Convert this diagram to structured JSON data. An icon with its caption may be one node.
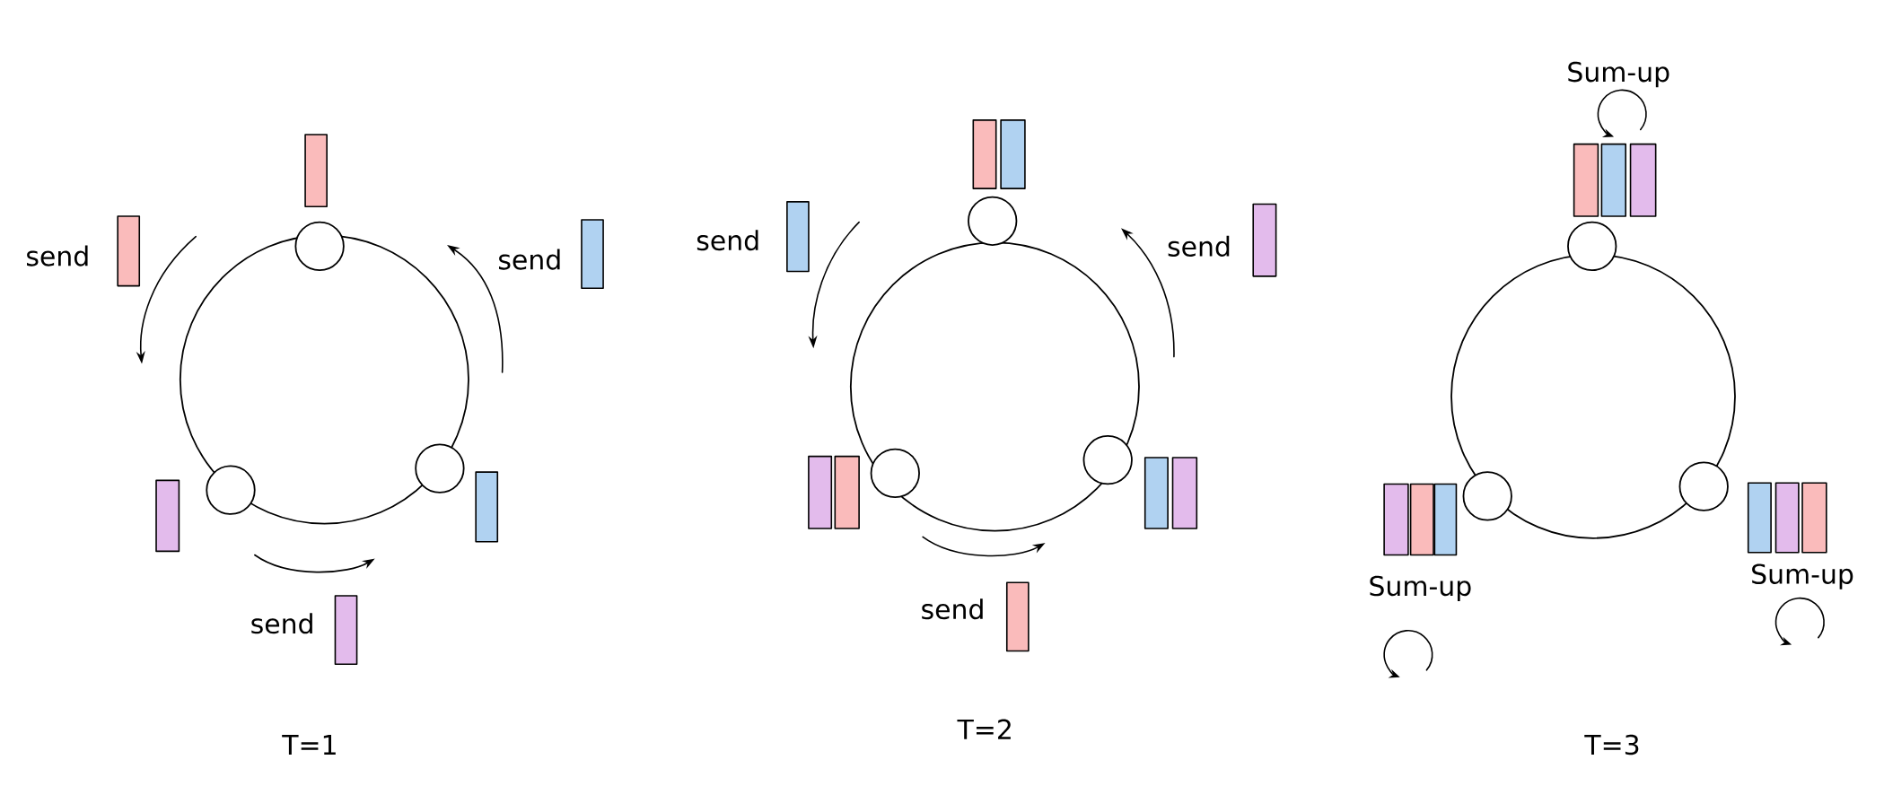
{
  "diagram": {
    "nodes": [
      {
        "text": [],
        "shape": "circle"
      },
      {
        "text": [],
        "shape": "circle"
      },
      {
        "text": [],
        "shape": "circle"
      },
      {
        "text": [],
        "shape": "circle"
      },
      {
        "text": [],
        "shape": "circle"
      },
      {
        "text": [],
        "shape": "circle"
      },
      {
        "text": [],
        "shape": "circle"
      },
      {
        "text": [],
        "shape": "circle"
      },
      {
        "text": [],
        "shape": "circle"
      },
      {
        "text": [],
        "shape": "bar"
      },
      {
        "text": [],
        "shape": "bar"
      },
      {
        "text": [],
        "shape": "bar"
      },
      {
        "text": [],
        "shape": "bar"
      },
      {
        "text": [],
        "shape": "bar"
      },
      {
        "text": [],
        "shape": "bar"
      },
      {
        "text": [],
        "shape": "bar"
      },
      {
        "text": [],
        "shape": "bar"
      },
      {
        "text": [],
        "shape": "bar"
      },
      {
        "text": [],
        "shape": "bar"
      },
      {
        "text": [],
        "shape": "bar"
      },
      {
        "text": [],
        "shape": "bar"
      },
      {
        "text": [],
        "shape": "bar"
      },
      {
        "text": [],
        "shape": "bar"
      },
      {
        "text": [],
        "shape": "bar"
      },
      {
        "text": [],
        "shape": "bar"
      },
      {
        "text": [],
        "shape": "bar"
      },
      {
        "text": [],
        "shape": "bar"
      },
      {
        "text": [],
        "shape": "bar"
      },
      {
        "text": [],
        "shape": "bar"
      },
      {
        "text": [],
        "shape": "bar"
      },
      {
        "text": [],
        "shape": "bar"
      },
      {
        "text": [],
        "shape": "bar"
      },
      {
        "text": [],
        "shape": "bar"
      }
    ],
    "labels": [
      "send",
      "send",
      "send",
      "T=1",
      "send",
      "send",
      "send",
      "T=2",
      "Sum-up",
      "Sum-up",
      "Sum-up",
      "T=3"
    ]
  }
}
